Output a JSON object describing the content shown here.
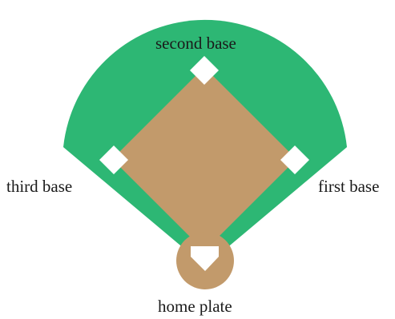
{
  "labels": {
    "second_base": "second base",
    "third_base": "third base",
    "first_base": "first base",
    "home_plate": "home plate"
  },
  "colors": {
    "outfield": "#2db774",
    "infield": "#c29a6b",
    "bases": "#ffffff",
    "text": "#1a1a1a"
  }
}
